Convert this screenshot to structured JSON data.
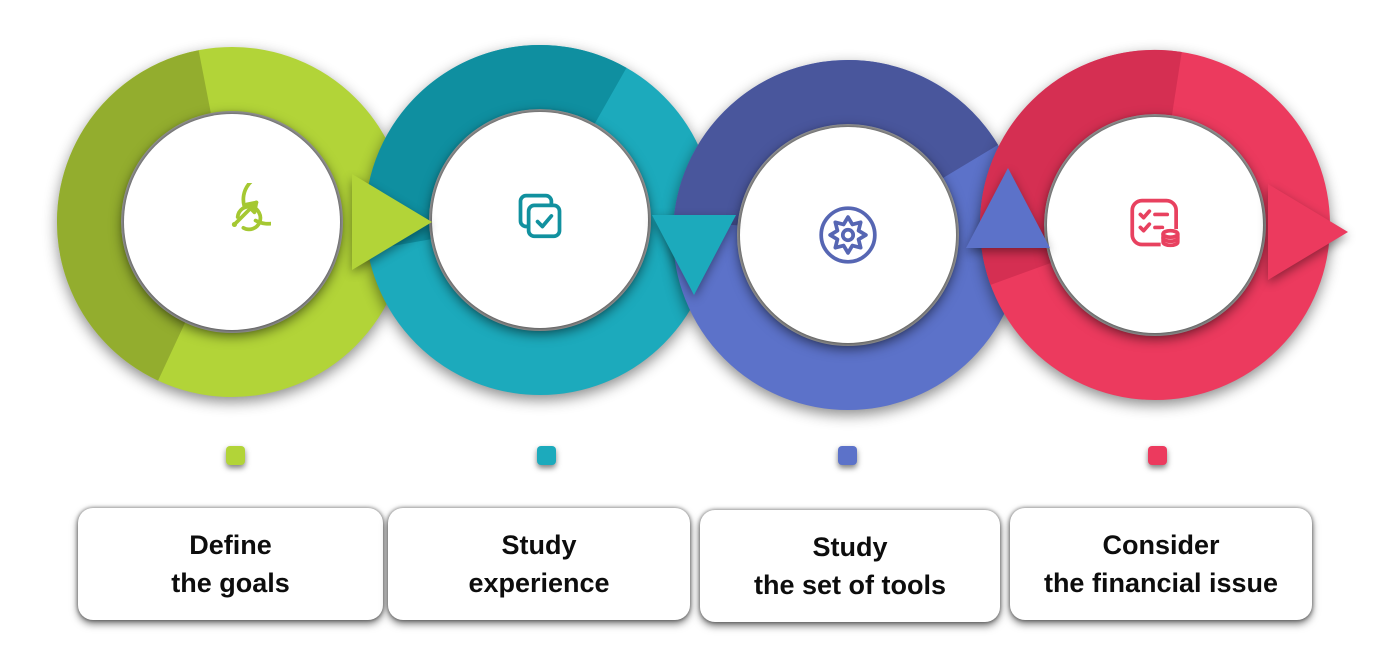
{
  "diagram": {
    "background": "#ffffff",
    "type": "process-cycle-flow",
    "step_count": 4
  },
  "steps": [
    {
      "name": "define-goals",
      "line1": "Define",
      "line2": "the goals",
      "icon": "target-arrow-icon",
      "arrow_direction": "right",
      "colors": {
        "main": "#b2d438",
        "dark": "#93ad2e",
        "icon": "#a5c832"
      }
    },
    {
      "name": "study-experience",
      "line1": "Study",
      "line2": "experience",
      "icon": "documents-check-icon",
      "arrow_direction": "down",
      "colors": {
        "main": "#1caabc",
        "dark": "#0f8fa0",
        "icon": "#11919f"
      }
    },
    {
      "name": "study-tools",
      "line1": "Study",
      "line2": "the set of tools",
      "icon": "gear-icon",
      "arrow_direction": "up",
      "colors": {
        "main": "#5c72c9",
        "dark": "#49569c",
        "icon": "#5666b3"
      }
    },
    {
      "name": "consider-financial",
      "line1": "Consider",
      "line2": "the financial issue",
      "icon": "checklist-coins-icon",
      "arrow_direction": "right",
      "colors": {
        "main": "#ec3a5e",
        "dark": "#d52f52",
        "icon": "#e8415f"
      }
    }
  ]
}
